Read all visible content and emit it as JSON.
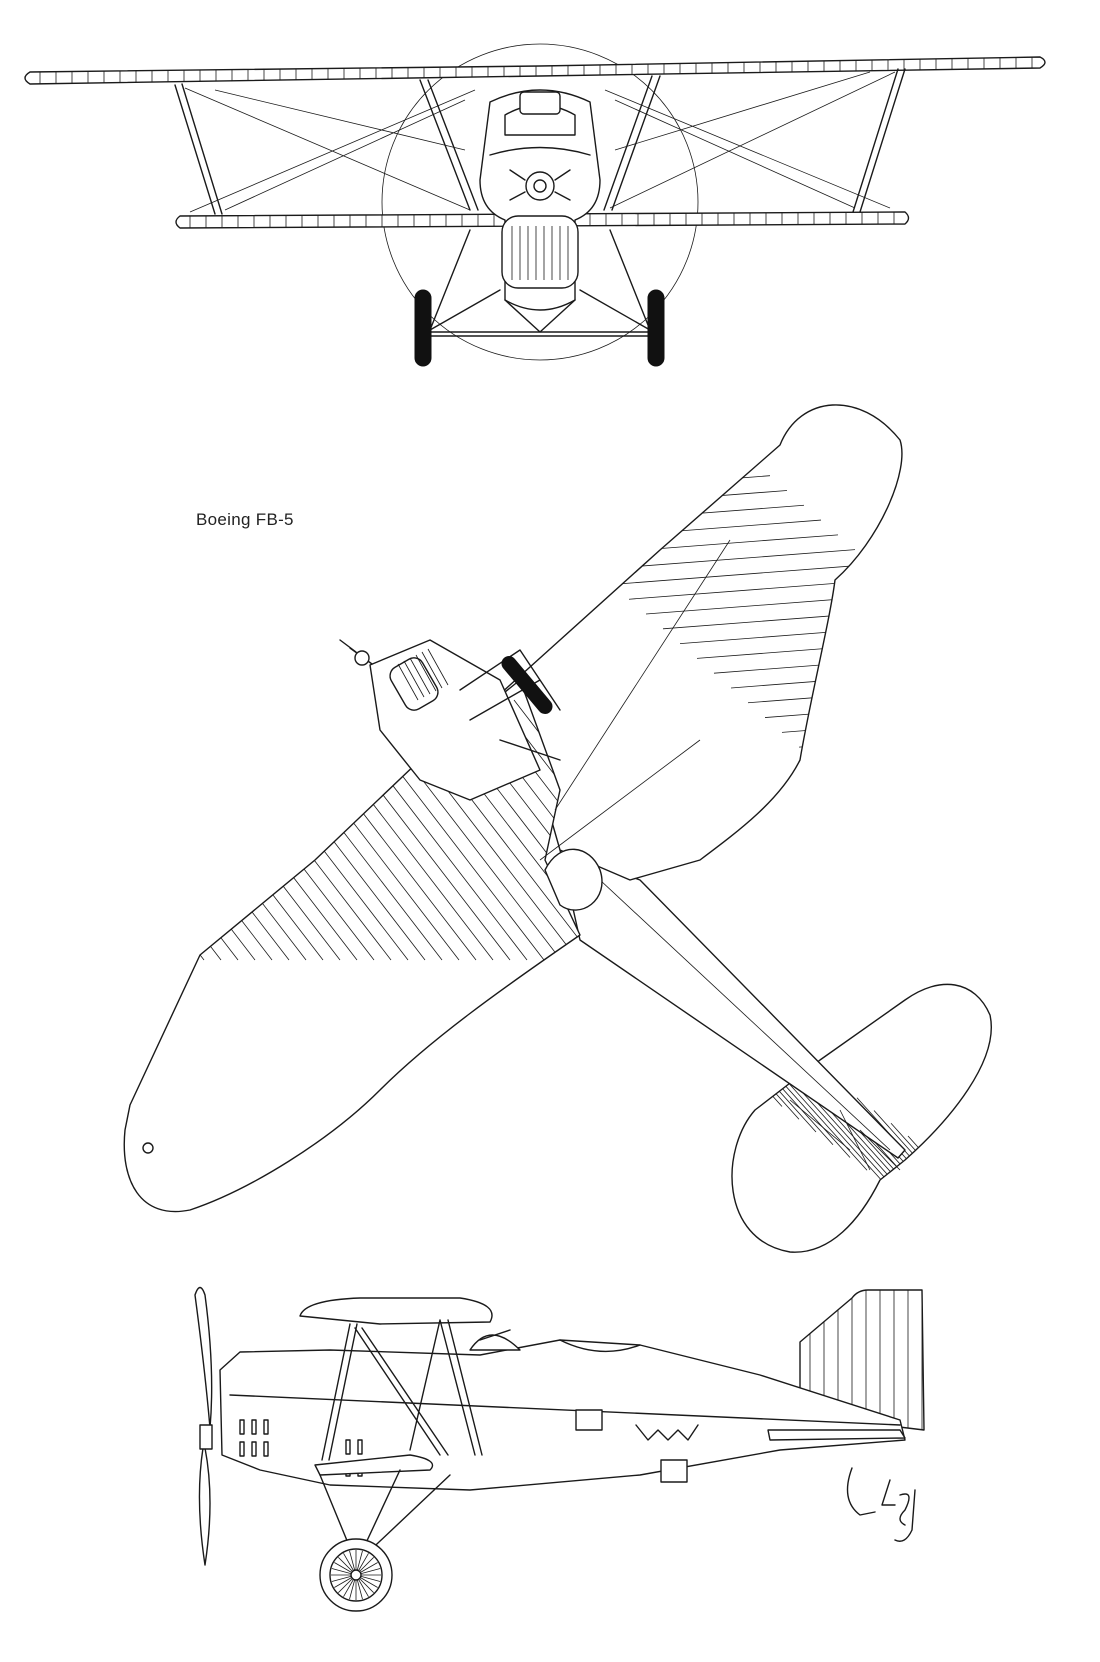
{
  "drawing": {
    "caption": "Boeing FB-5",
    "views": [
      "front-view",
      "top-view",
      "side-view"
    ]
  },
  "colors": {
    "line": "#1a1a1a",
    "paper": "#ffffff"
  }
}
